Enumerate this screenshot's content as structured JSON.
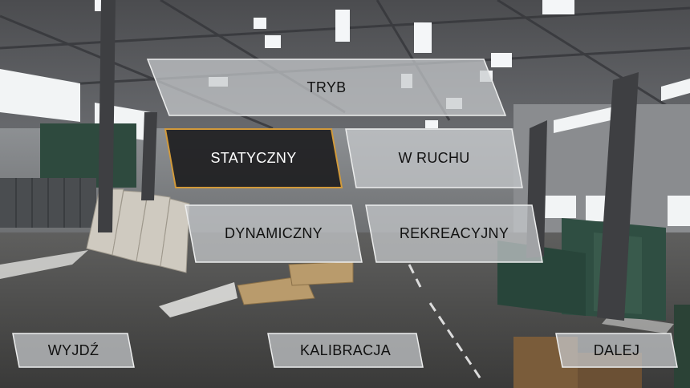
{
  "menu": {
    "title": "TRYB",
    "modes": [
      {
        "label": "STATYCZNY",
        "selected": true
      },
      {
        "label": "W RUCHU",
        "selected": false
      },
      {
        "label": "DYNAMICZNY",
        "selected": false
      },
      {
        "label": "REKREACYJNY",
        "selected": false
      }
    ]
  },
  "footer": {
    "exit_label": "WYJDŹ",
    "calibration_label": "KALIBRACJA",
    "next_label": "DALEJ"
  },
  "colors": {
    "panel_fill": "#c8cacd",
    "panel_border": "#e8e9ea",
    "selected_fill": "#1c1c1e",
    "selected_border": "#d29a3a"
  }
}
